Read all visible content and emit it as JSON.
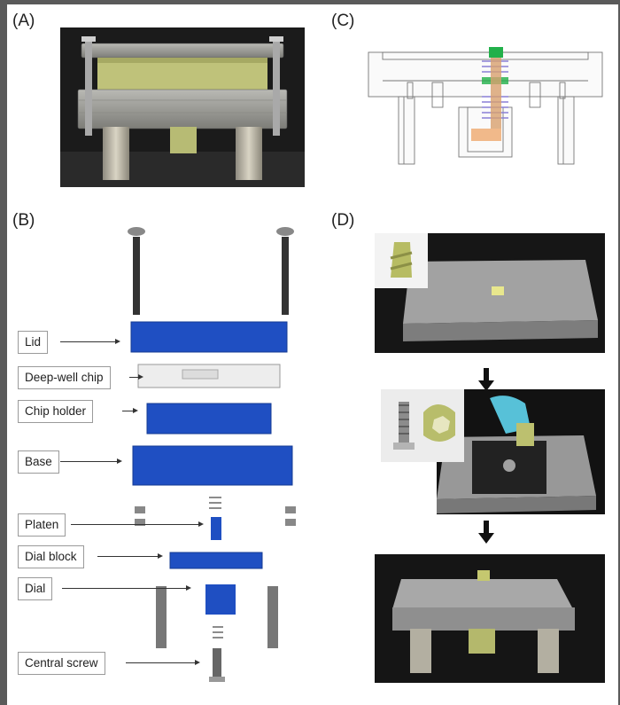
{
  "panels": {
    "a": {
      "label": "(A)"
    },
    "b": {
      "label": "(B)"
    },
    "c": {
      "label": "(C)"
    },
    "d": {
      "label": "(D)"
    }
  },
  "parts": [
    {
      "label": "Lid"
    },
    {
      "label": "Deep-well chip"
    },
    {
      "label": "Chip holder"
    },
    {
      "label": "Base"
    },
    {
      "label": "Platen"
    },
    {
      "label": "Dial block"
    },
    {
      "label": "Dial"
    },
    {
      "label": "Central screw"
    }
  ],
  "colors": {
    "part_blue": "#1f4fc2",
    "dial_yellow": "#c9cf86",
    "print_gray": "#8c8c8c",
    "spring_purple": "#8a7fd6",
    "screw_green": "#22b04a",
    "thread_orange": "#e0a36a"
  }
}
